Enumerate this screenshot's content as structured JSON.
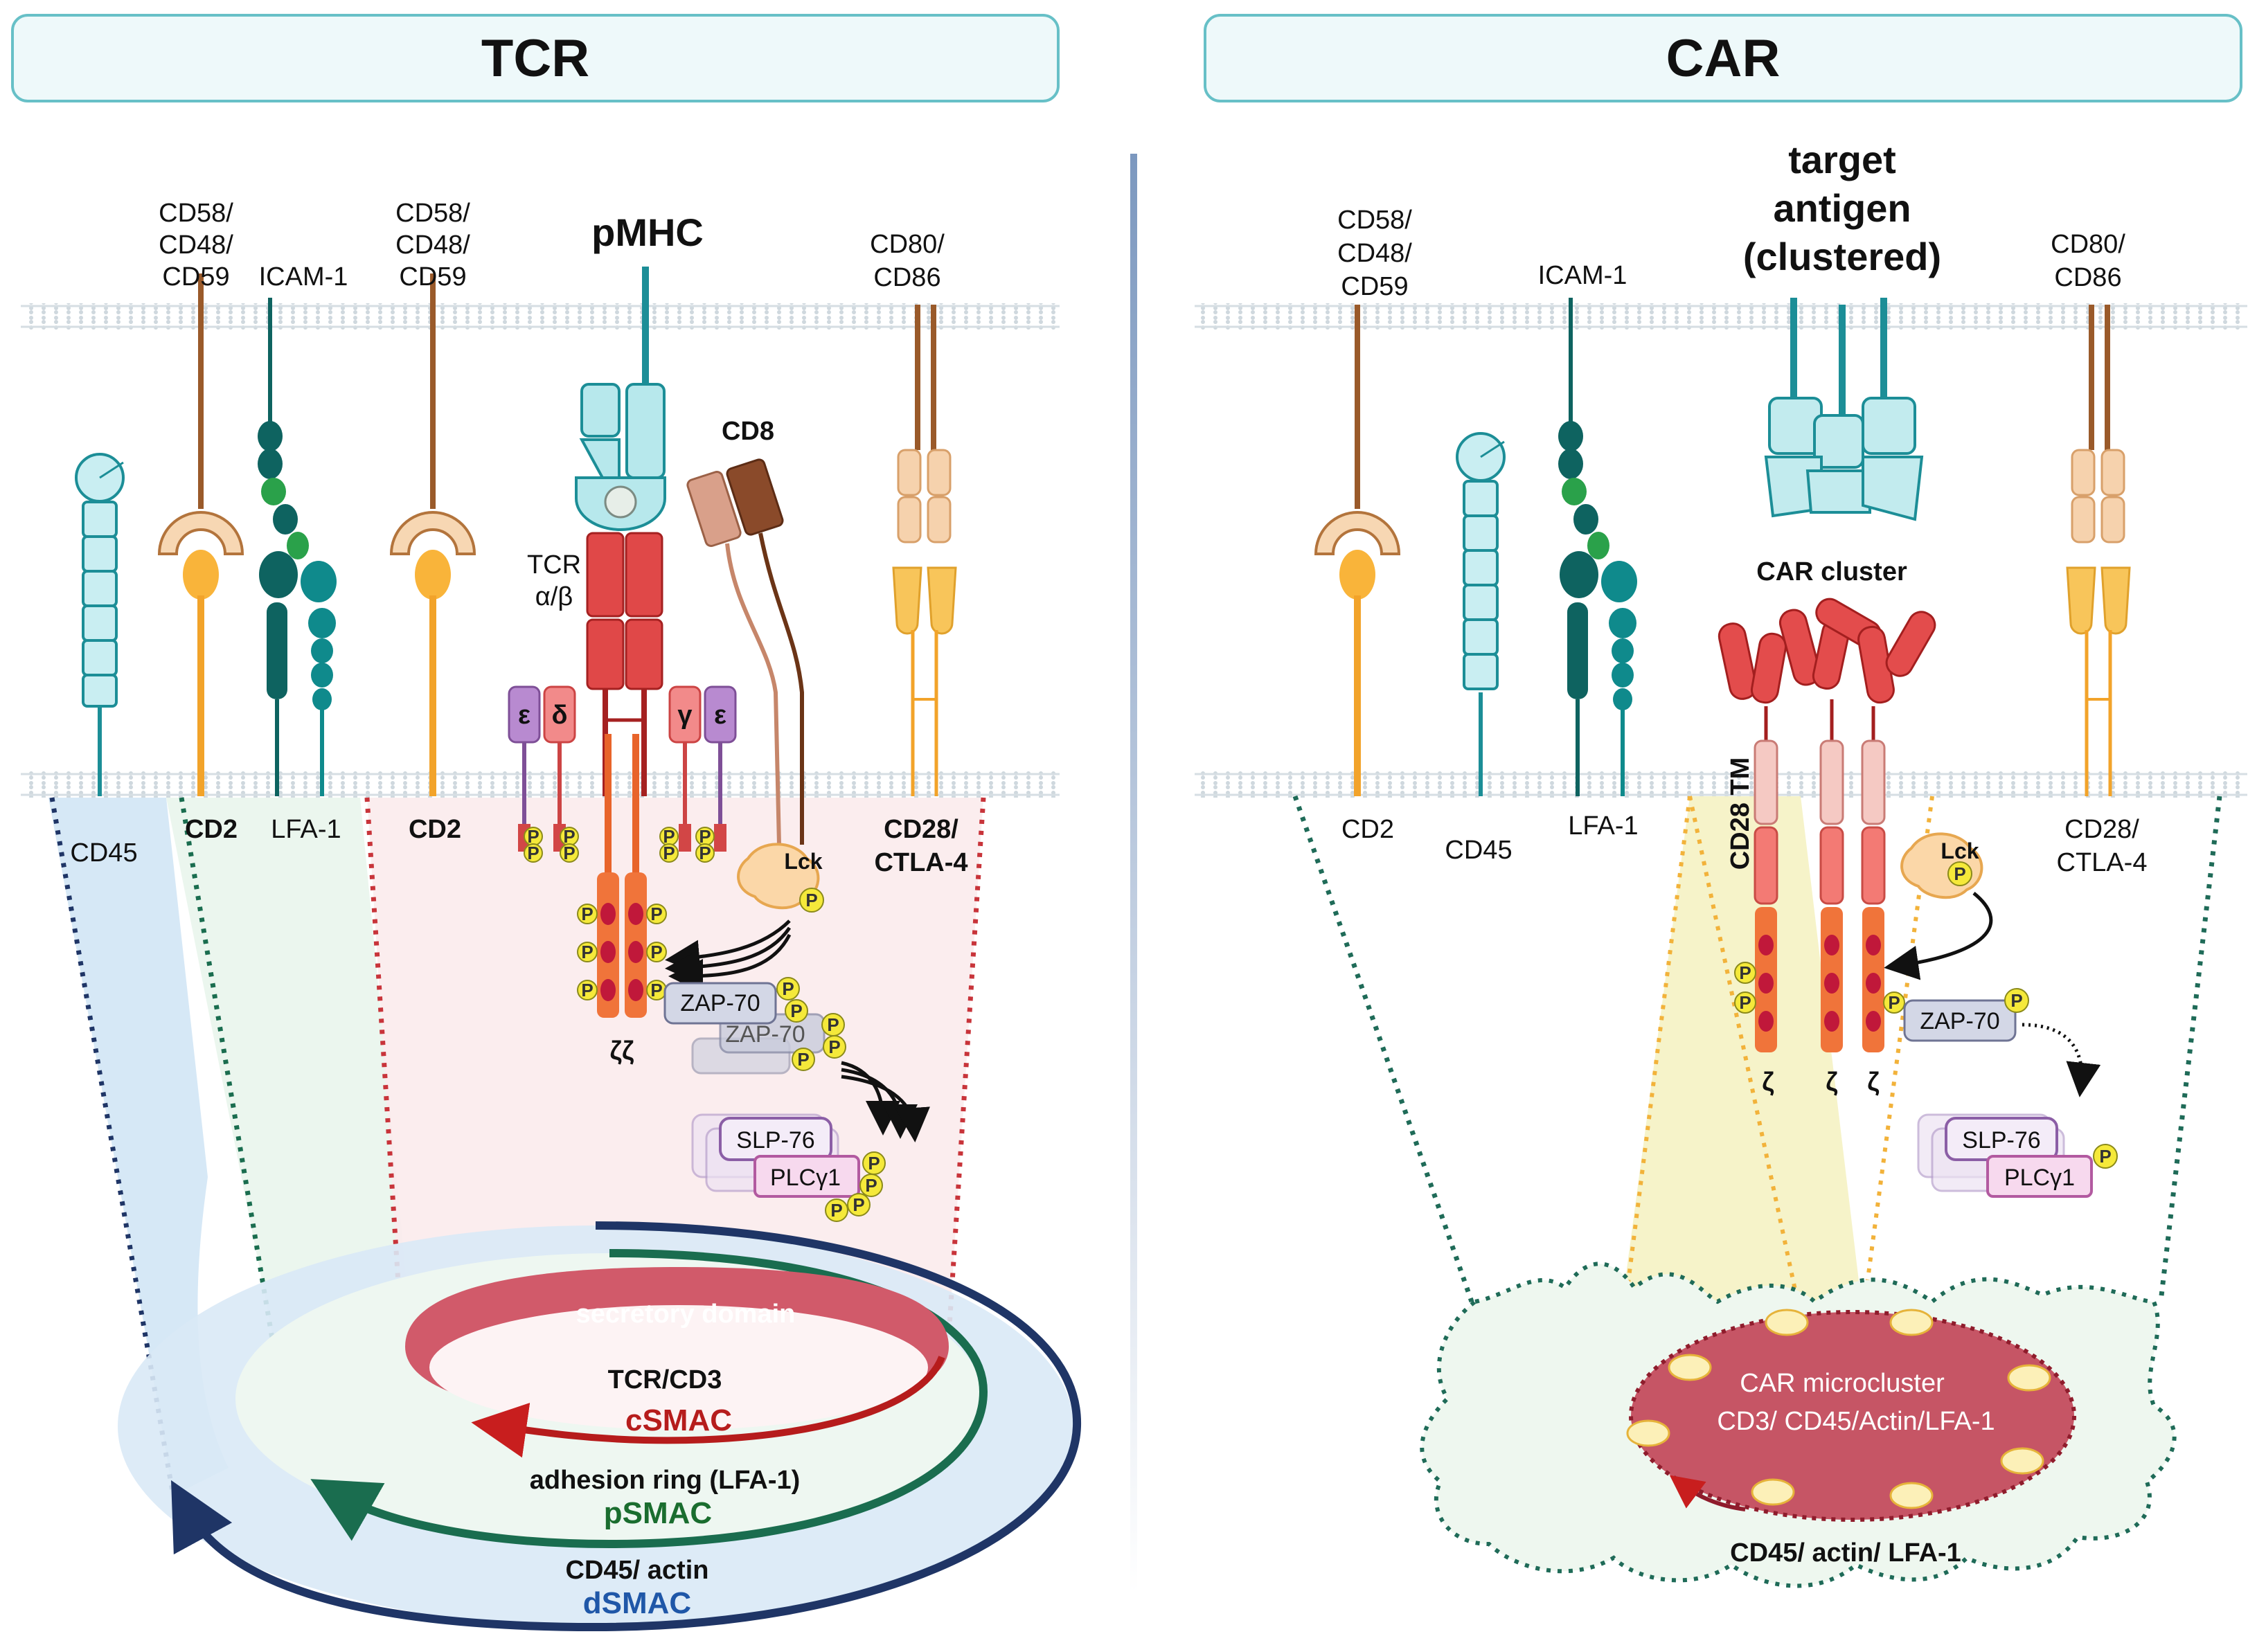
{
  "panels": {
    "tcr": {
      "title": "TCR",
      "top_labels": {
        "cd58_a": [
          "CD58/",
          "CD48/",
          "CD59"
        ],
        "icam": "ICAM-1",
        "cd58_b": [
          "CD58/",
          "CD48/",
          "CD59"
        ],
        "pmhc": "pMHC",
        "cd80": [
          "CD80/",
          "CD86"
        ],
        "cd8": "CD8"
      },
      "mid_labels": {
        "tcr": [
          "TCR",
          "α/β"
        ],
        "eps1": "ε",
        "delta": "δ",
        "gamma": "γ",
        "eps2": "ε"
      },
      "bottom_labels": {
        "cd45": "CD45",
        "cd2_a": "CD2",
        "lfa1": "LFA-1",
        "cd2_b": "CD2",
        "cd28": [
          "CD28/",
          "CTLA-4"
        ]
      },
      "signaling": {
        "lck": "Lck",
        "p": "P",
        "zap70": "ZAP-70",
        "zap70_faded": "ZAP-70",
        "zeta": "ζζ",
        "slp76": "SLP-76",
        "plcg1": "PLCγ1"
      },
      "synapse": {
        "secretory": "secretory domain",
        "tcrcd3": "TCR/CD3",
        "csmac": "cSMAC",
        "adhesion": "adhesion ring (LFA-1)",
        "psmac": "pSMAC",
        "cd45actin": "CD45/ actin",
        "dsmac": "dSMAC"
      }
    },
    "car": {
      "title": "CAR",
      "top_labels": {
        "cd58": [
          "CD58/",
          "CD48/",
          "CD59"
        ],
        "icam": "ICAM-1",
        "target": [
          "target",
          "antigen",
          "(clustered)"
        ],
        "cd80": [
          "CD80/",
          "CD86"
        ],
        "car_cluster": "CAR cluster"
      },
      "bottom_labels": {
        "cd2": "CD2",
        "cd45": "CD45",
        "lfa1": "LFA-1",
        "cd28tm": "CD28 TM",
        "cd28": [
          "CD28/",
          "CTLA-4"
        ]
      },
      "signaling": {
        "lck": "Lck",
        "p": "P",
        "zap70": "ZAP-70",
        "zeta": [
          "ζ",
          "ζ",
          "ζ"
        ],
        "slp76": "SLP-76",
        "plcg1": "PLCγ1"
      },
      "synapse": {
        "micro1": "CAR microcluster",
        "micro2": "CD3/ CD45/Actin/LFA-1",
        "outer": "CD45/ actin/ LFA-1"
      }
    }
  },
  "colors": {
    "teal": "#1c8e97",
    "dark_teal": "#0e6360",
    "brown": "#9a5a2a",
    "orange": "#f2a32a",
    "red": "#d94545",
    "purple": "#a06bb8",
    "header_border": "#67c0c7",
    "separator": "#8aa3c4",
    "phospho": "#f5e93a"
  }
}
